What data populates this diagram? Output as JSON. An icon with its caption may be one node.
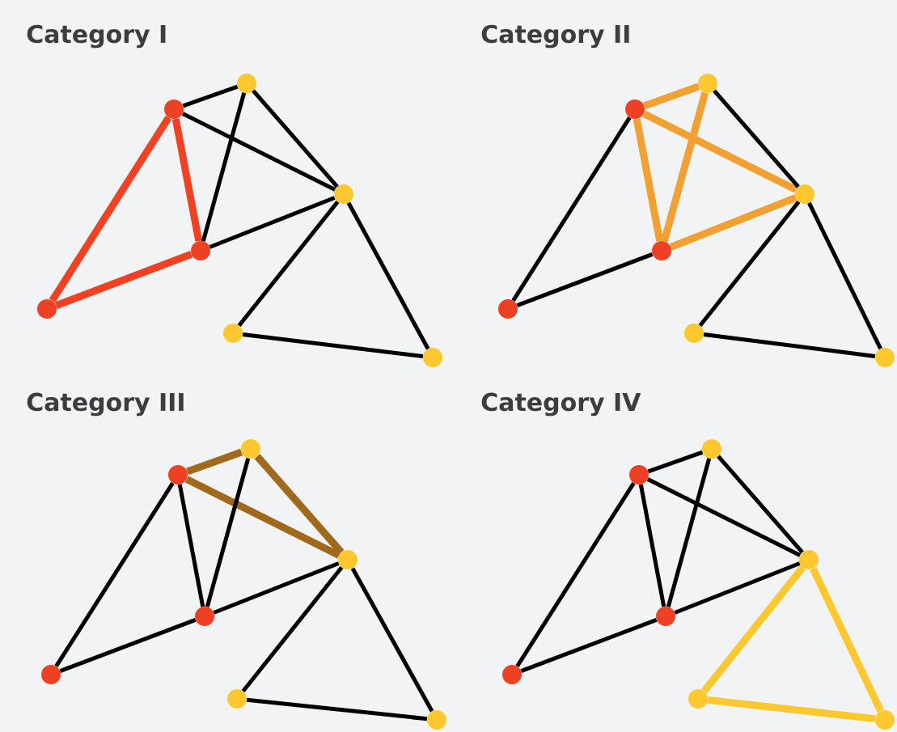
{
  "diagram": {
    "nodes": [
      {
        "text": [],
        "shape": "circle"
      },
      {
        "text": [],
        "shape": "circle"
      },
      {
        "text": [],
        "shape": "circle"
      },
      {
        "text": [],
        "shape": "circle"
      },
      {
        "text": [],
        "shape": "circle"
      },
      {
        "text": [],
        "shape": "circle"
      },
      {
        "text": [],
        "shape": "circle"
      },
      {
        "text": [],
        "shape": "circle"
      },
      {
        "text": [],
        "shape": "circle"
      },
      {
        "text": [],
        "shape": "circle"
      },
      {
        "text": [],
        "shape": "circle"
      },
      {
        "text": [],
        "shape": "circle"
      },
      {
        "text": [],
        "shape": "circle"
      },
      {
        "text": [],
        "shape": "circle"
      },
      {
        "text": [],
        "shape": "circle"
      },
      {
        "text": [],
        "shape": "circle"
      },
      {
        "text": [],
        "shape": "circle"
      },
      {
        "text": [],
        "shape": "circle"
      },
      {
        "text": [],
        "shape": "circle"
      },
      {
        "text": [],
        "shape": "circle"
      },
      {
        "text": [],
        "shape": "circle"
      },
      {
        "text": [],
        "shape": "circle"
      },
      {
        "text": [],
        "shape": "circle"
      },
      {
        "text": [],
        "shape": "circle"
      },
      {
        "text": [],
        "shape": "circle"
      },
      {
        "text": [],
        "shape": "circle"
      },
      {
        "text": [],
        "shape": "circle"
      },
      {
        "text": [],
        "shape": "circle"
      }
    ],
    "edges": [
      {
        "from": 0,
        "to": 1,
        "arrow": "none"
      },
      {
        "from": 0,
        "to": 2,
        "arrow": "none"
      },
      {
        "from": 0,
        "to": 3,
        "arrow": "none",
        "style": "thick",
        "color": "#f04123"
      },
      {
        "from": 0,
        "to": 4,
        "arrow": "none",
        "style": "thick",
        "color": "#f04123"
      },
      {
        "from": 1,
        "to": 3,
        "arrow": "none"
      },
      {
        "from": 1,
        "to": 2,
        "arrow": "none"
      },
      {
        "from": 2,
        "to": 3,
        "arrow": "none"
      },
      {
        "from": 3,
        "to": 4,
        "arrow": "none",
        "style": "thick",
        "color": "#f04123"
      },
      {
        "from": 2,
        "to": 5,
        "arrow": "none"
      },
      {
        "from": 2,
        "to": 6,
        "arrow": "none"
      },
      {
        "from": 5,
        "to": 6,
        "arrow": "none"
      },
      {
        "from": 7,
        "to": 8,
        "arrow": "none",
        "style": "thick",
        "color": "#f3a033"
      },
      {
        "from": 7,
        "to": 9,
        "arrow": "none",
        "style": "thick",
        "color": "#f3a033"
      },
      {
        "from": 7,
        "to": 10,
        "arrow": "none",
        "style": "thick",
        "color": "#f3a033"
      },
      {
        "from": 7,
        "to": 11,
        "arrow": "none"
      },
      {
        "from": 8,
        "to": 10,
        "arrow": "none",
        "style": "thick",
        "color": "#f3a033"
      },
      {
        "from": 8,
        "to": 9,
        "arrow": "none"
      },
      {
        "from": 9,
        "to": 10,
        "arrow": "none",
        "style": "thick",
        "color": "#f3a033"
      },
      {
        "from": 10,
        "to": 11,
        "arrow": "none"
      },
      {
        "from": 9,
        "to": 12,
        "arrow": "none"
      },
      {
        "from": 9,
        "to": 13,
        "arrow": "none"
      },
      {
        "from": 12,
        "to": 13,
        "arrow": "none"
      },
      {
        "from": 14,
        "to": 15,
        "arrow": "none",
        "style": "thick",
        "color": "#a0691c"
      },
      {
        "from": 14,
        "to": 16,
        "arrow": "none",
        "style": "thick",
        "color": "#a0691c"
      },
      {
        "from": 14,
        "to": 17,
        "arrow": "none"
      },
      {
        "from": 14,
        "to": 18,
        "arrow": "none"
      },
      {
        "from": 15,
        "to": 17,
        "arrow": "none"
      },
      {
        "from": 15,
        "to": 16,
        "arrow": "none",
        "style": "thick",
        "color": "#a0691c"
      },
      {
        "from": 16,
        "to": 17,
        "arrow": "none"
      },
      {
        "from": 17,
        "to": 18,
        "arrow": "none"
      },
      {
        "from": 16,
        "to": 19,
        "arrow": "none"
      },
      {
        "from": 16,
        "to": 20,
        "arrow": "none"
      },
      {
        "from": 19,
        "to": 20,
        "arrow": "none"
      },
      {
        "from": 21,
        "to": 22,
        "arrow": "none"
      },
      {
        "from": 21,
        "to": 23,
        "arrow": "none"
      },
      {
        "from": 21,
        "to": 24,
        "arrow": "none"
      },
      {
        "from": 21,
        "to": 25,
        "arrow": "none"
      },
      {
        "from": 22,
        "to": 24,
        "arrow": "none"
      },
      {
        "from": 22,
        "to": 23,
        "arrow": "none"
      },
      {
        "from": 23,
        "to": 24,
        "arrow": "none"
      },
      {
        "from": 24,
        "to": 25,
        "arrow": "none"
      },
      {
        "from": 23,
        "to": 26,
        "arrow": "none",
        "style": "thick",
        "color": "#fdc82f"
      },
      {
        "from": 23,
        "to": 27,
        "arrow": "none",
        "style": "thick",
        "color": "#fdc82f"
      },
      {
        "from": 26,
        "to": 27,
        "arrow": "none",
        "style": "thick",
        "color": "#fdc82f"
      }
    ],
    "labels": [
      "Category I",
      "Category II",
      "Category III",
      "Category IV"
    ]
  }
}
